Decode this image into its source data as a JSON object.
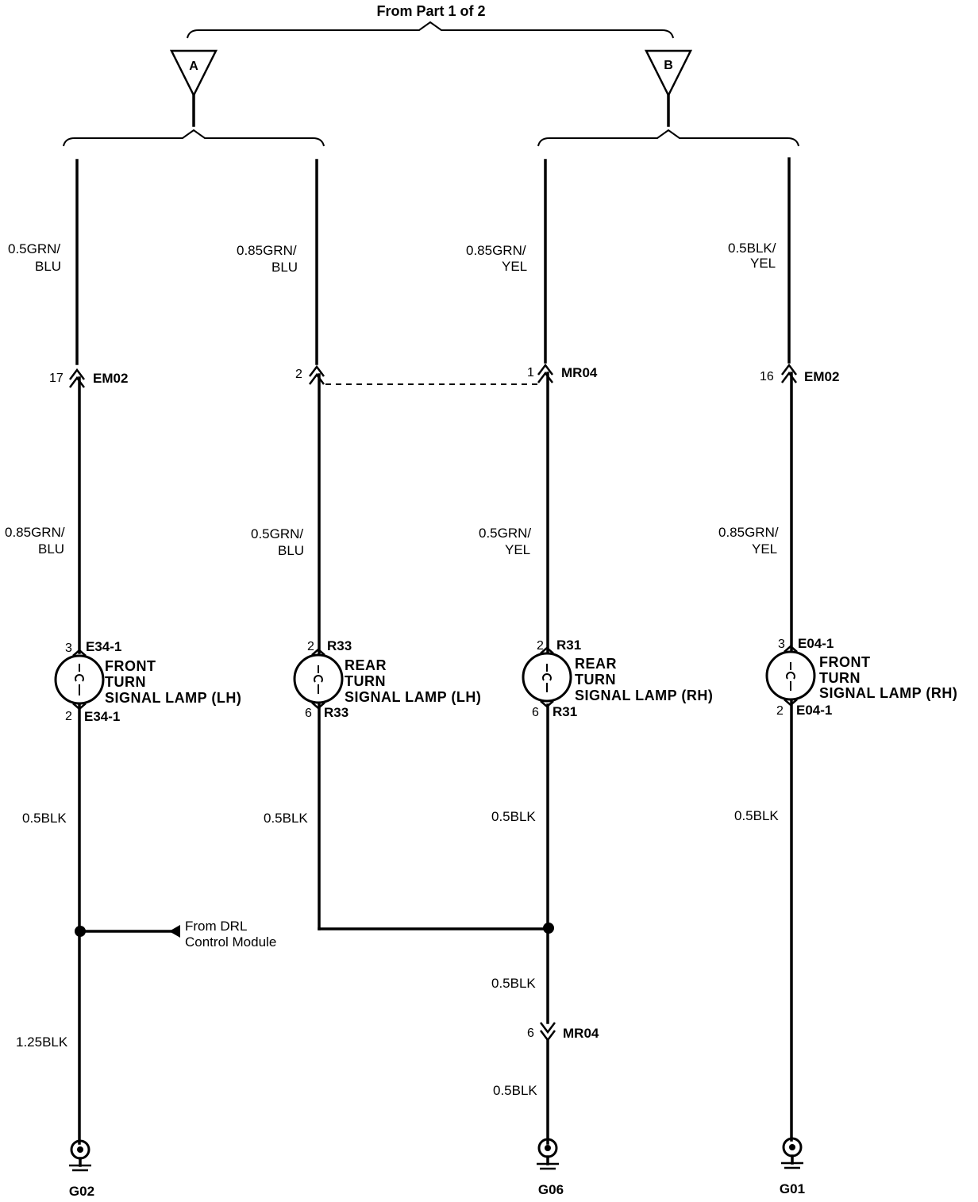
{
  "header": {
    "title": "From Part 1 of 2"
  },
  "terminals": {
    "a": "A",
    "b": "B"
  },
  "wires": {
    "c1_top": [
      "0.5GRN/",
      "BLU"
    ],
    "c1_mid": [
      "0.85GRN/",
      "BLU"
    ],
    "c1_bot": "0.5BLK",
    "c1_gnd": "1.25BLK",
    "c2_top": [
      "0.85GRN/",
      "BLU"
    ],
    "c2_mid": [
      "0.5GRN/",
      "BLU"
    ],
    "c2_bot": "0.5BLK",
    "c3_top": [
      "0.85GRN/",
      "YEL"
    ],
    "c3_mid": [
      "0.5GRN/",
      "YEL"
    ],
    "c3_bot": "0.5BLK",
    "c3_low": "0.5BLK",
    "c3_gnd": "0.5BLK",
    "c4_top": [
      "0.5BLK/",
      "YEL"
    ],
    "c4_mid": [
      "0.85GRN/",
      "YEL"
    ],
    "c4_bot": "0.5BLK"
  },
  "connectors": {
    "em02_a": {
      "pin": "17",
      "name": "EM02"
    },
    "mr04_a": {
      "pin": "2"
    },
    "mr04_b": {
      "pin": "1",
      "name": "MR04"
    },
    "em02_b": {
      "pin": "16",
      "name": "EM02"
    },
    "mr04_c": {
      "pin": "6",
      "name": "MR04"
    }
  },
  "lamps": {
    "front_lh": {
      "pin_top": "3",
      "conn_top": "E34-1",
      "pin_bot": "2",
      "conn_bot": "E34-1",
      "label": [
        "FRONT",
        "TURN",
        "SIGNAL LAMP (LH)"
      ]
    },
    "rear_lh": {
      "pin_top": "2",
      "conn_top": "R33",
      "pin_bot": "6",
      "conn_bot": "R33",
      "label": [
        "REAR",
        "TURN",
        "SIGNAL LAMP (LH)"
      ]
    },
    "rear_rh": {
      "pin_top": "2",
      "conn_top": "R31",
      "pin_bot": "6",
      "conn_bot": "R31",
      "label": [
        "REAR",
        "TURN",
        "SIGNAL LAMP (RH)"
      ]
    },
    "front_rh": {
      "pin_top": "3",
      "conn_top": "E04-1",
      "pin_bot": "2",
      "conn_bot": "E04-1",
      "label": [
        "FRONT",
        "TURN",
        "SIGNAL LAMP (RH)"
      ]
    }
  },
  "drl": [
    "From DRL",
    "Control Module"
  ],
  "grounds": {
    "g02": "G02",
    "g06": "G06",
    "g01": "G01"
  }
}
